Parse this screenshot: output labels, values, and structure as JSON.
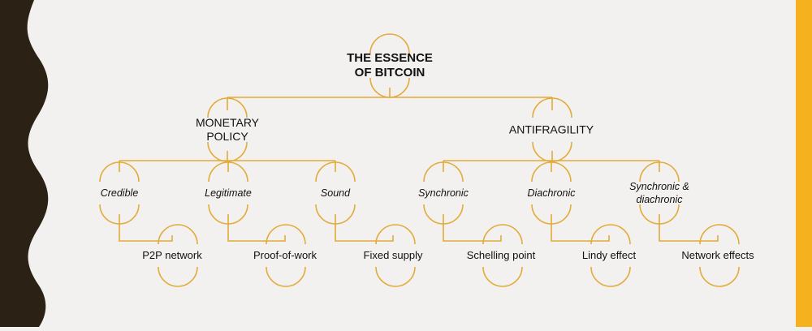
{
  "diagram": {
    "root": {
      "line1": "THE ESSENCE",
      "line2": "OF BITCOIN"
    },
    "branches": [
      {
        "line1": "MONETARY",
        "line2": "POLICY",
        "children": [
          {
            "label": "Credible",
            "leaf": "P2P network"
          },
          {
            "label": "Legitimate",
            "leaf": "Proof-of-work"
          },
          {
            "label": "Sound",
            "leaf": "Fixed supply"
          }
        ]
      },
      {
        "line1": "ANTIFRAGILITY",
        "line2": "",
        "children": [
          {
            "label": "Synchronic",
            "label2": "",
            "leaf": "Schelling point"
          },
          {
            "label": "Diachronic",
            "label2": "",
            "leaf": "Lindy effect"
          },
          {
            "label": "Synchronic &",
            "label2": "diachronic",
            "leaf": "Network effects"
          }
        ]
      }
    ]
  },
  "colors": {
    "background": "#f2f1ef",
    "left_wave": "#2c2115",
    "right_bar": "#f6b21e",
    "connector": "#e2ab3a",
    "text": "#111111"
  }
}
